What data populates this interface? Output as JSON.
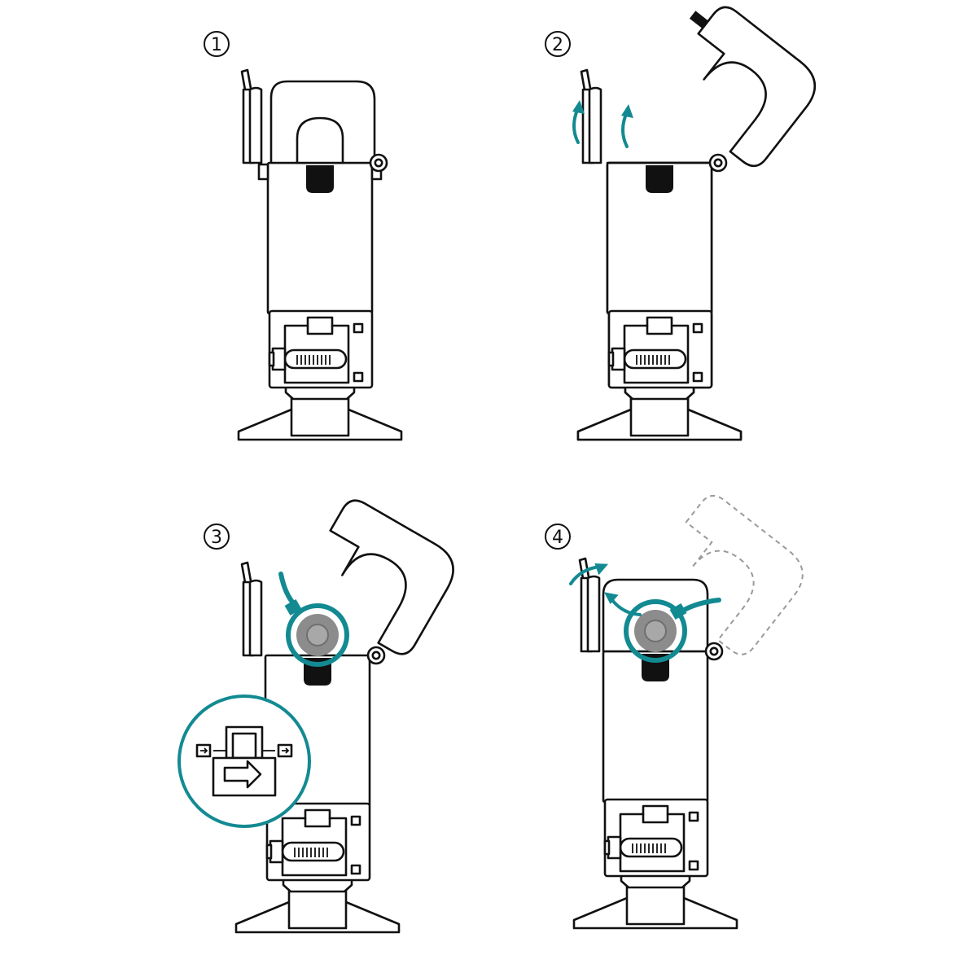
{
  "colors": {
    "line": "#111111",
    "accent": "#138a92",
    "ghost": "#9a9a9a",
    "cable": "#8c8c8c"
  },
  "steps": [
    {
      "label": "1"
    },
    {
      "label": "2"
    },
    {
      "label": "3"
    },
    {
      "label": "4"
    }
  ],
  "icons": [
    "step-number-icon",
    "rotate-arrow-icon",
    "direction-arrow-icon",
    "cable-icon"
  ]
}
